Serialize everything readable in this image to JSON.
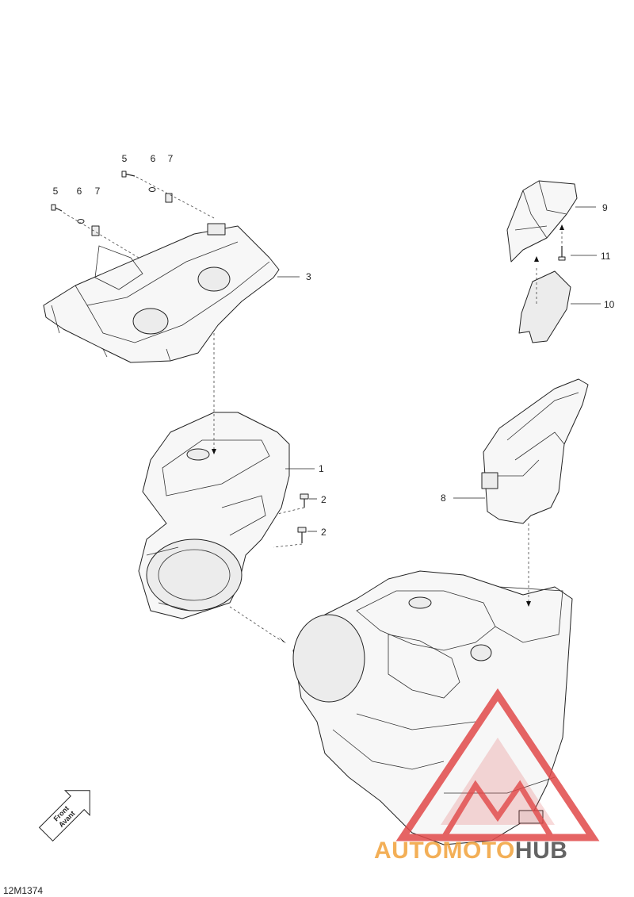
{
  "diagram_code": "12M1374",
  "front_arrow": {
    "line1": "Front",
    "line2": "Avant"
  },
  "callouts": [
    {
      "id": "c5a",
      "text": "5"
    },
    {
      "id": "c6a",
      "text": "6"
    },
    {
      "id": "c7a",
      "text": "7"
    },
    {
      "id": "c5b",
      "text": "5"
    },
    {
      "id": "c6b",
      "text": "6"
    },
    {
      "id": "c7b",
      "text": "7"
    },
    {
      "id": "c3",
      "text": "3"
    },
    {
      "id": "c9",
      "text": "9"
    },
    {
      "id": "c11",
      "text": "11"
    },
    {
      "id": "c10",
      "text": "10"
    },
    {
      "id": "c1",
      "text": "1"
    },
    {
      "id": "c2a",
      "text": "2"
    },
    {
      "id": "c2b",
      "text": "2"
    },
    {
      "id": "c8",
      "text": "8"
    }
  ],
  "watermark": {
    "part1": "AUTOMOTO",
    "part2": "HUB",
    "color1": "#f2a23a",
    "color2": "#4a4a4a",
    "logo_color": "#e14a4a"
  }
}
